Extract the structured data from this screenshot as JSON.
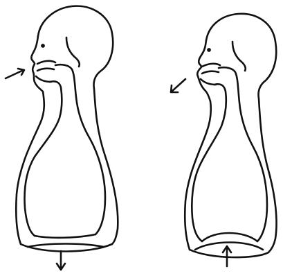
{
  "diagram": {
    "panels": [
      {
        "id": "inhale",
        "air_flow": "in",
        "diaphragm_movement": "down"
      },
      {
        "id": "exhale",
        "air_flow": "out",
        "diaphragm_movement": "up"
      }
    ],
    "colors": {
      "ink": "#111111",
      "background": "#ffffff"
    },
    "icons": {
      "air_in": "arrow-right-icon",
      "air_out": "arrow-left-icon",
      "diaphragm_down": "arrow-down-icon",
      "diaphragm_up": "arrow-up-icon"
    }
  }
}
